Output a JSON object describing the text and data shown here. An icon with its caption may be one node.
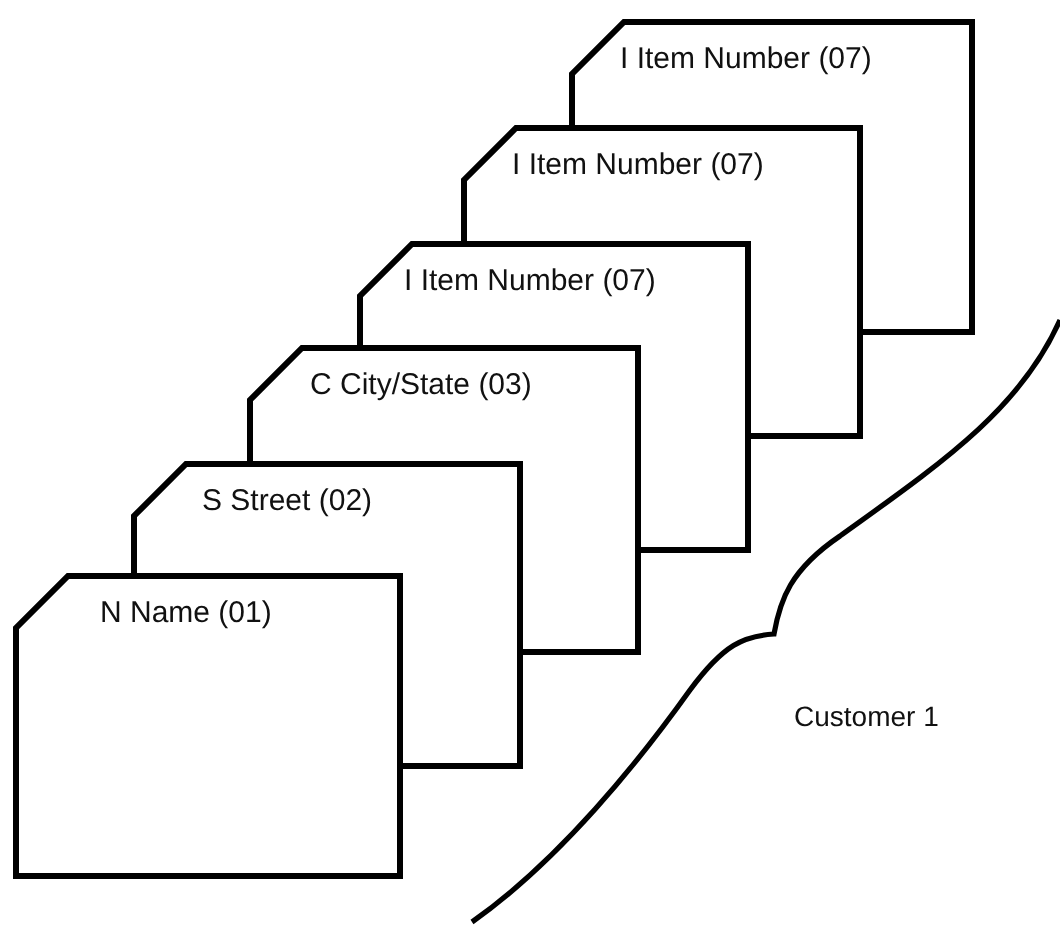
{
  "diagram": {
    "nodes": [
      {
        "text": [
          "I Item Number (07)"
        ]
      },
      {
        "text": [
          "I Item Number (07)"
        ]
      },
      {
        "text": [
          "I Item Number (07)"
        ]
      },
      {
        "text": [
          "C City/State (03)"
        ]
      },
      {
        "text": [
          "S Street (02)"
        ]
      },
      {
        "text": [
          "N Name (01)"
        ]
      }
    ],
    "labels": [
      "Customer 1"
    ]
  }
}
